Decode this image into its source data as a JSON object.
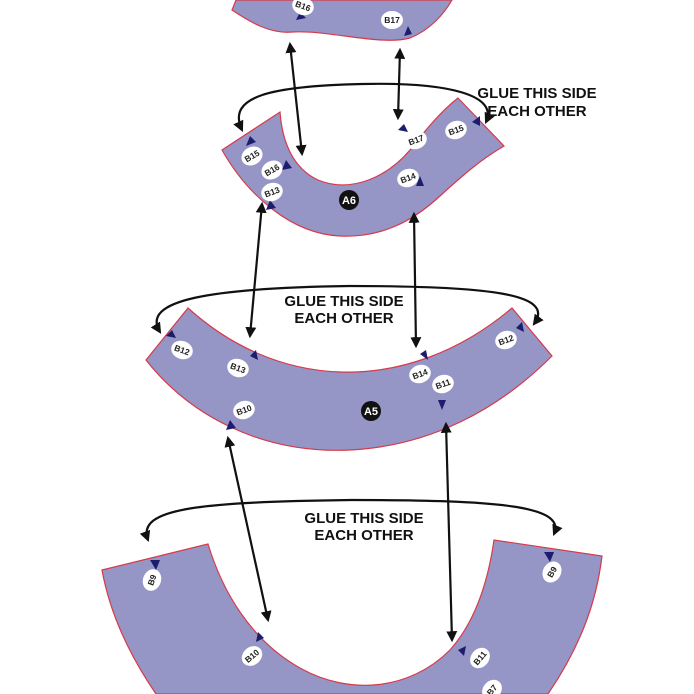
{
  "colors": {
    "piece_fill": "#9595c6",
    "piece_outline": "#d63a4a",
    "arrow": "#111111",
    "notch": "#1d1d6e"
  },
  "glue_notes": [
    {
      "line1": "GLUE THIS SIDE",
      "line2": "EACH OTHER"
    },
    {
      "line1": "GLUE THIS SIDE",
      "line2": "EACH OTHER"
    },
    {
      "line1": "GLUE THIS SIDE",
      "line2": "EACH OTHER"
    }
  ],
  "pieces": [
    {
      "name": "A6"
    },
    {
      "name": "A5"
    }
  ],
  "markers": {
    "top_piece": [
      "B16",
      "B17"
    ],
    "a6": [
      "B15",
      "B16",
      "B13",
      "B17",
      "B15",
      "B14"
    ],
    "a5": [
      "B12",
      "B13",
      "B10",
      "B14",
      "B11",
      "B12"
    ],
    "bottom_piece": [
      "B9",
      "B10",
      "B11",
      "B9",
      "B7"
    ]
  }
}
